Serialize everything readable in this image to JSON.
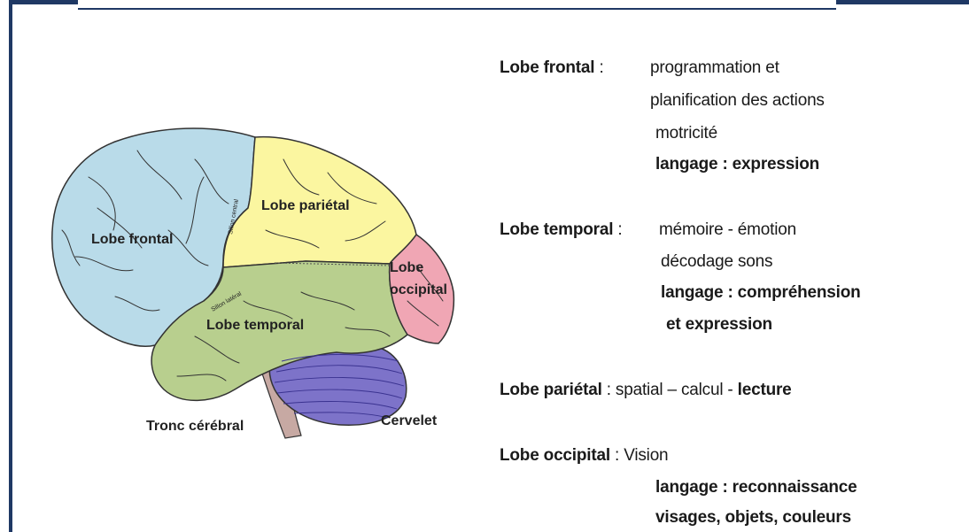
{
  "frame": {
    "color": "#1f3864"
  },
  "brain_diagram": {
    "region_colors": {
      "frontal": "#b9dbe9",
      "parietal": "#fbf6a0",
      "temporal": "#b8cf8e",
      "occipital": "#f0a6b4",
      "cerebellum": "#7d73c9",
      "brainstem": "#c7a9a3"
    },
    "labels": {
      "frontal": "Lobe frontal",
      "parietal": "Lobe pariétal",
      "occipital_line1": "Lobe",
      "occipital_line2": "occipital",
      "temporal": "Lobe temporal",
      "brainstem": "Tronc cérébral",
      "cerebellum": "Cervelet",
      "central_sulcus": "Sillon central",
      "lateral_sulcus": "Sillon latéral"
    }
  },
  "lobes": {
    "frontal": {
      "name": "Lobe frontal",
      "sep": " :",
      "lines": [
        "programmation  et",
        "planification des actions",
        "motricité",
        "langage : expression"
      ]
    },
    "temporal": {
      "name": "Lobe temporal",
      "sep": " :",
      "lines": [
        "mémoire - émotion",
        "décodage sons",
        "langage : compréhension",
        "et expression"
      ]
    },
    "parietal": {
      "name": "Lobe pariétal",
      "sep": " :",
      "line_regular": "spatial – calcul - ",
      "line_bold": "lecture"
    },
    "occipital": {
      "name": "Lobe occipital",
      "sep": " :",
      "lines": [
        "Vision",
        "langage : reconnaissance",
        "visages, objets, couleurs"
      ]
    }
  }
}
